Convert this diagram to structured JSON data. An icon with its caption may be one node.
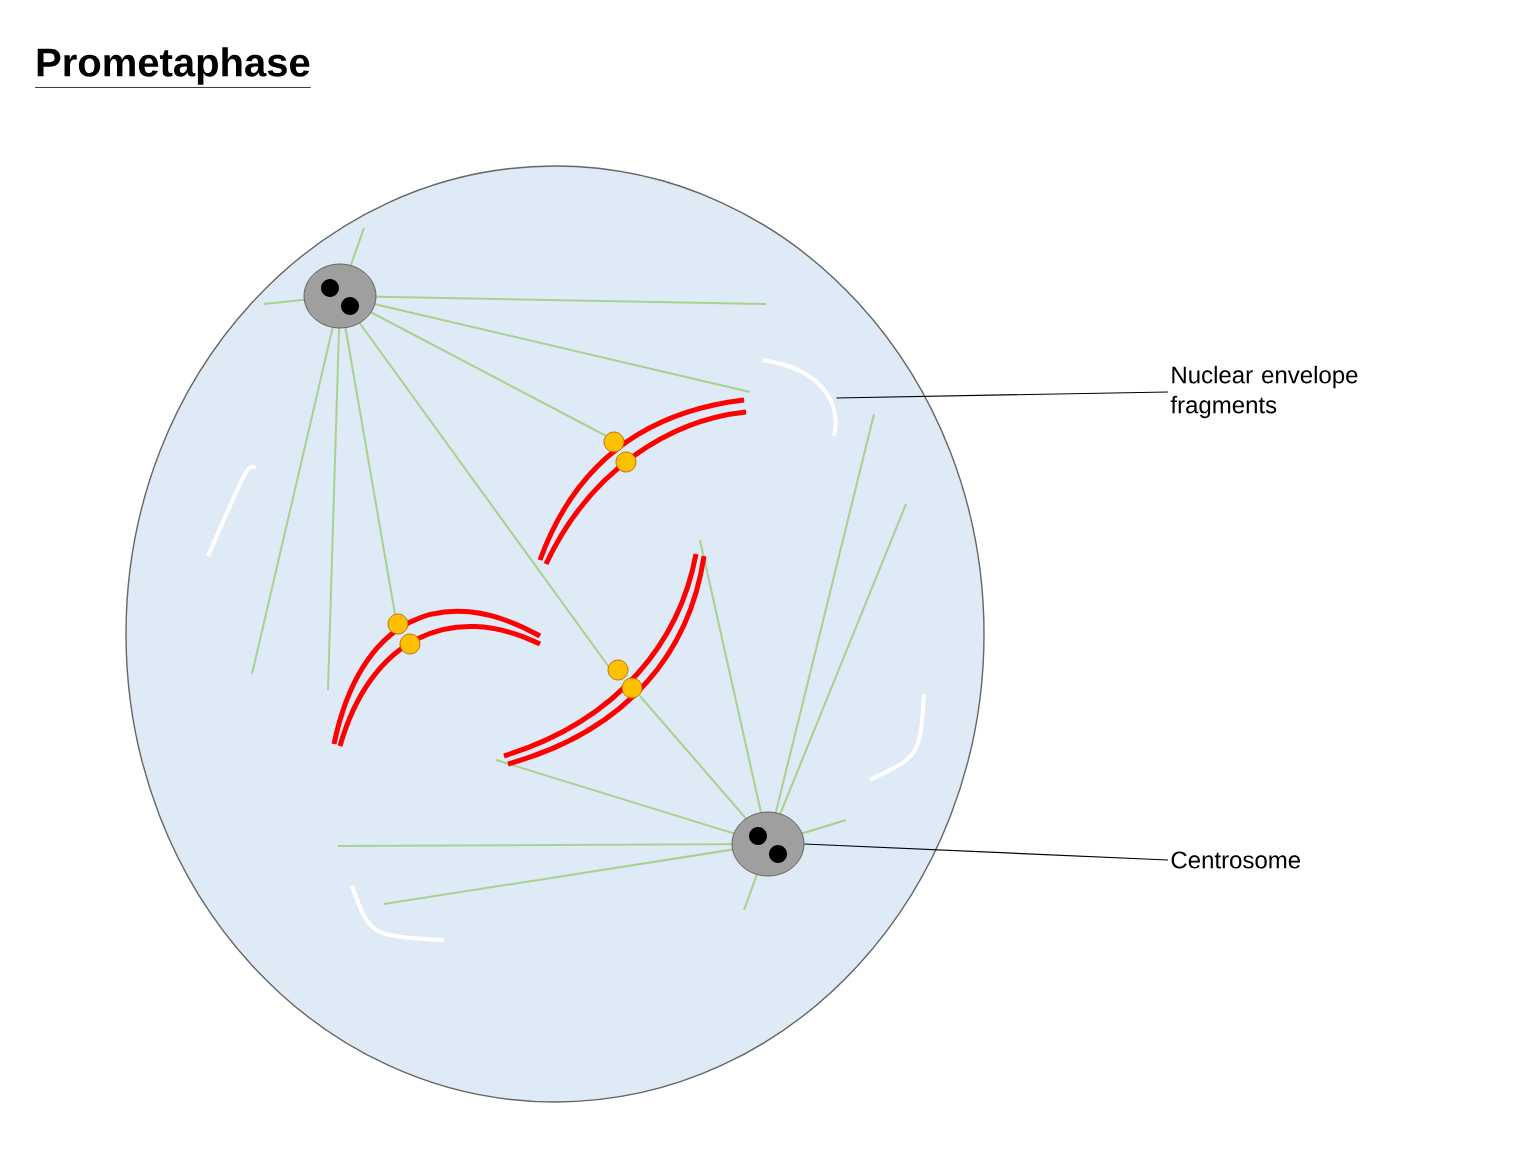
{
  "diagram": {
    "title": "Prometaphase",
    "nodes": [
      {
        "text": [
          "Nuclear envelope fragments"
        ]
      },
      {
        "text": [],
        "shape": "arc"
      },
      {
        "text": [
          "Centrosome"
        ]
      },
      {
        "text": [],
        "shape": "circle"
      },
      {
        "text": [],
        "shape": "circle"
      }
    ],
    "edges": [
      {
        "from": 0,
        "to": 1,
        "arrow": "none"
      },
      {
        "from": 2,
        "to": 3,
        "arrow": "none"
      }
    ]
  }
}
